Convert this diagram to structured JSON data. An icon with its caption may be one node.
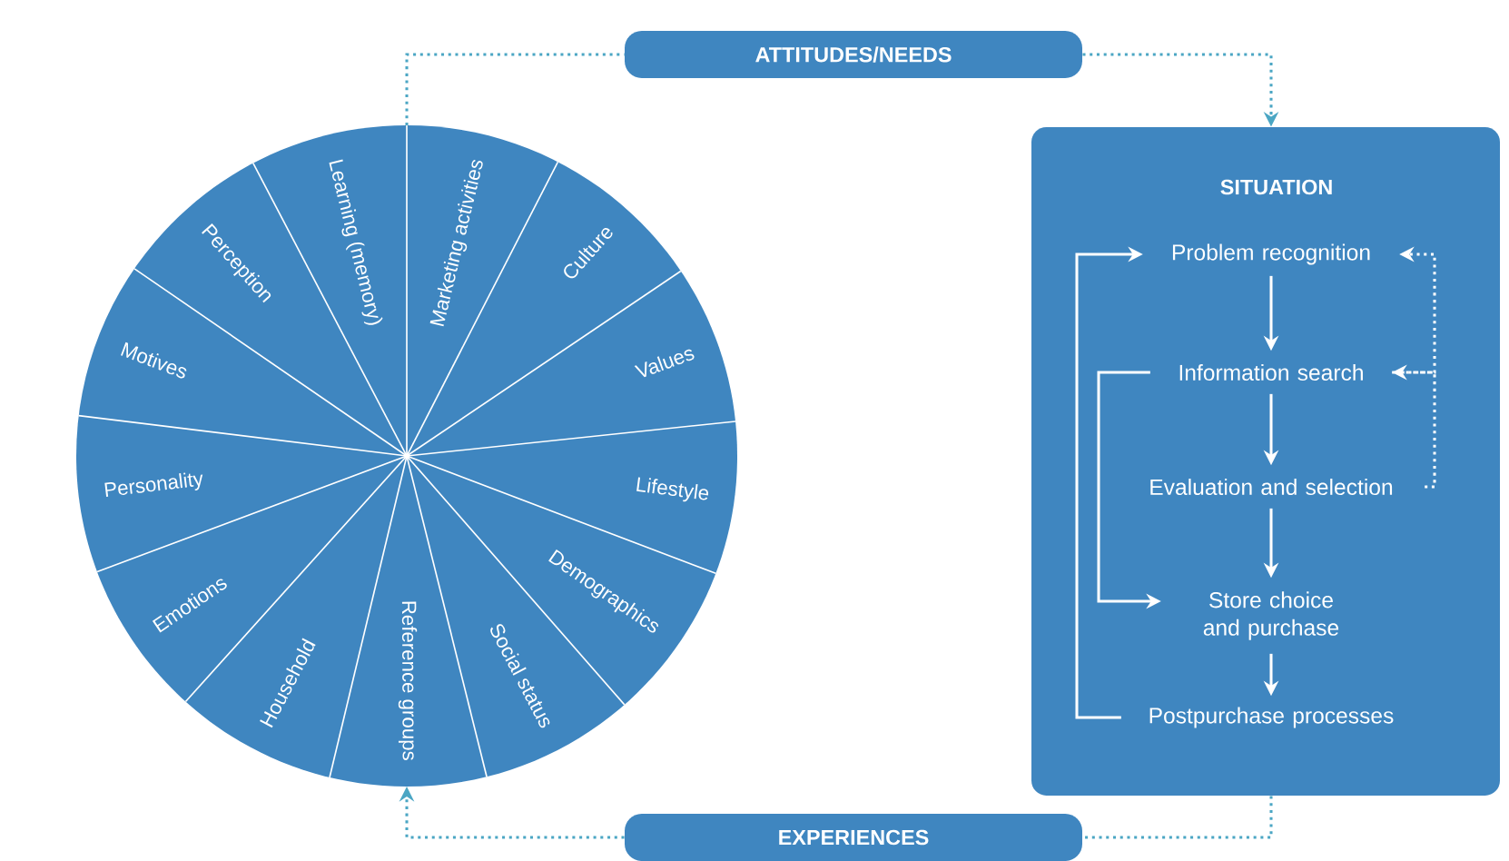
{
  "diagram": {
    "nodes": [
      {
        "text": [
          "ATTITUDES/NEEDS"
        ]
      },
      {
        "text": [
          "Marketing activities",
          "Culture",
          "Values",
          "Lifestyle",
          "Demographics",
          "Social status",
          "Reference groups",
          "Household",
          "Emotions",
          "Personality",
          "Motives",
          "Perception",
          "Learning (memory)"
        ]
      },
      {
        "text": [
          "EXPERIENCES"
        ]
      },
      {
        "text": [
          "SITUATION"
        ]
      },
      {
        "text": [
          "Problem recognition"
        ],
        "in": 3
      },
      {
        "text": [
          "Information search"
        ],
        "in": 3
      },
      {
        "text": [
          "Evaluation and selection"
        ],
        "in": 3
      },
      {
        "text": [
          "Store choice and purchase"
        ],
        "in": 3
      },
      {
        "text": [
          "Postpurchase processes"
        ],
        "in": 3
      }
    ],
    "edges": [
      {
        "from": 1,
        "to": 0,
        "arrow": "none",
        "style": "dashed",
        "color": "#4ba6c4"
      },
      {
        "from": 0,
        "to": 3,
        "arrow": "to",
        "style": "dashed",
        "color": "#4ba6c4"
      },
      {
        "from": 3,
        "to": 2,
        "arrow": "none",
        "style": "dashed",
        "color": "#4ba6c4"
      },
      {
        "from": 2,
        "to": 1,
        "arrow": "to",
        "style": "dashed",
        "color": "#4ba6c4"
      },
      {
        "from": 4,
        "to": 5,
        "arrow": "to"
      },
      {
        "from": 5,
        "to": 6,
        "arrow": "to"
      },
      {
        "from": 6,
        "to": 7,
        "arrow": "to"
      },
      {
        "from": 7,
        "to": 8,
        "arrow": "to"
      },
      {
        "from": 8,
        "to": 4,
        "arrow": "to"
      },
      {
        "from": 5,
        "to": 7,
        "arrow": "to"
      },
      {
        "from": 5,
        "to": 4,
        "arrow": "to",
        "style": "dashed"
      },
      {
        "from": 6,
        "to": 5,
        "arrow": "to",
        "style": "dashed"
      }
    ]
  }
}
